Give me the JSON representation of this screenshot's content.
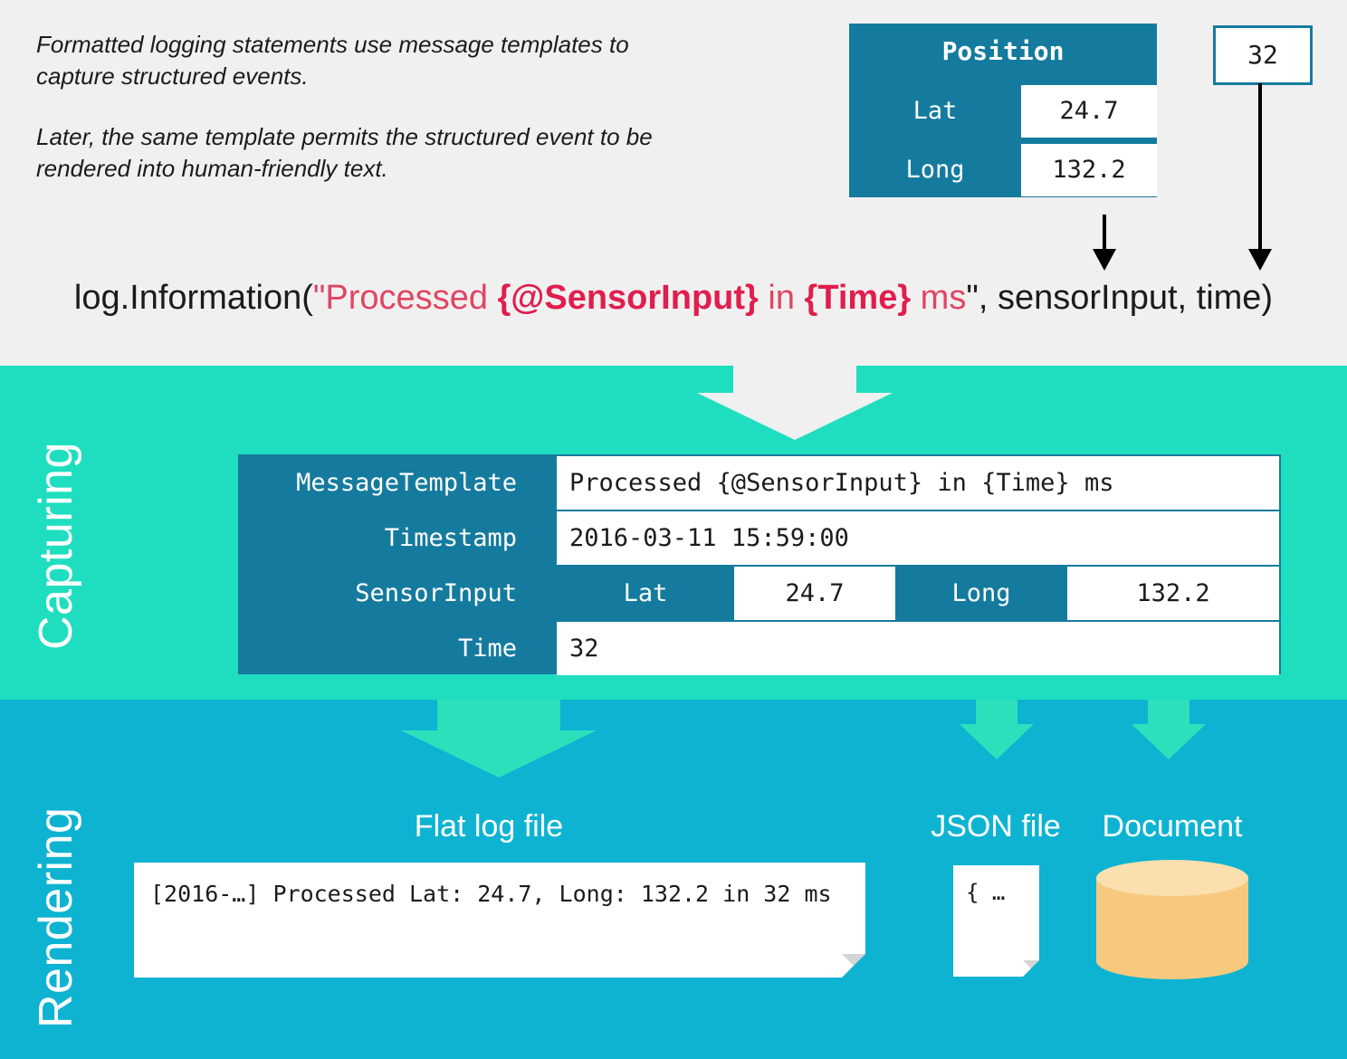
{
  "intro": {
    "paragraph_1": "Formatted logging statements use message templates to capture structured events.",
    "paragraph_2": "Later, the same template permits the structured event to be rendered into human-friendly text."
  },
  "position_table": {
    "title": "Position",
    "rows": [
      {
        "key": "Lat",
        "value": "24.7"
      },
      {
        "key": "Long",
        "value": "132.2"
      }
    ]
  },
  "time_box": {
    "value": "32"
  },
  "code_line": {
    "prefix": "log.Information(",
    "quote_open": "\"",
    "str_1": "Processed ",
    "prop_1": "{@SensorInput}",
    "str_2": " in ",
    "prop_2": "{Time}",
    "str_3": " ms",
    "quote_close": "\"",
    "suffix": ", sensorInput, time)"
  },
  "bands": {
    "capturing_label": "Capturing",
    "rendering_label": "Rendering",
    "colors": {
      "background": "#f0f0f0",
      "capturing": "#1fdec0",
      "rendering": "#0eb3d2",
      "teal": "#157b9e",
      "accent_pink": "#e01e4d",
      "document_fill": "#f6c97e",
      "document_top": "#fbdfae"
    }
  },
  "event_table": {
    "rows": [
      {
        "key": "MessageTemplate",
        "value": "Processed {@SensorInput} in {Time} ms"
      },
      {
        "key": "Timestamp",
        "value": "2016-03-11 15:59:00"
      },
      {
        "key": "SensorInput",
        "value": "",
        "segments": [
          {
            "type": "key",
            "text": "Lat"
          },
          {
            "type": "value",
            "text": "24.7"
          },
          {
            "type": "key",
            "text": "Long"
          },
          {
            "type": "value",
            "text": "132.2"
          }
        ]
      },
      {
        "key": "Time",
        "value": "32"
      }
    ]
  },
  "rendering": {
    "flat_log": {
      "label": "Flat log file",
      "content": "[2016-…] Processed Lat: 24.7, Long: 132.2 in 32 ms"
    },
    "json_file": {
      "label": "JSON file",
      "content": "{ …"
    },
    "document": {
      "label": "Document"
    }
  }
}
